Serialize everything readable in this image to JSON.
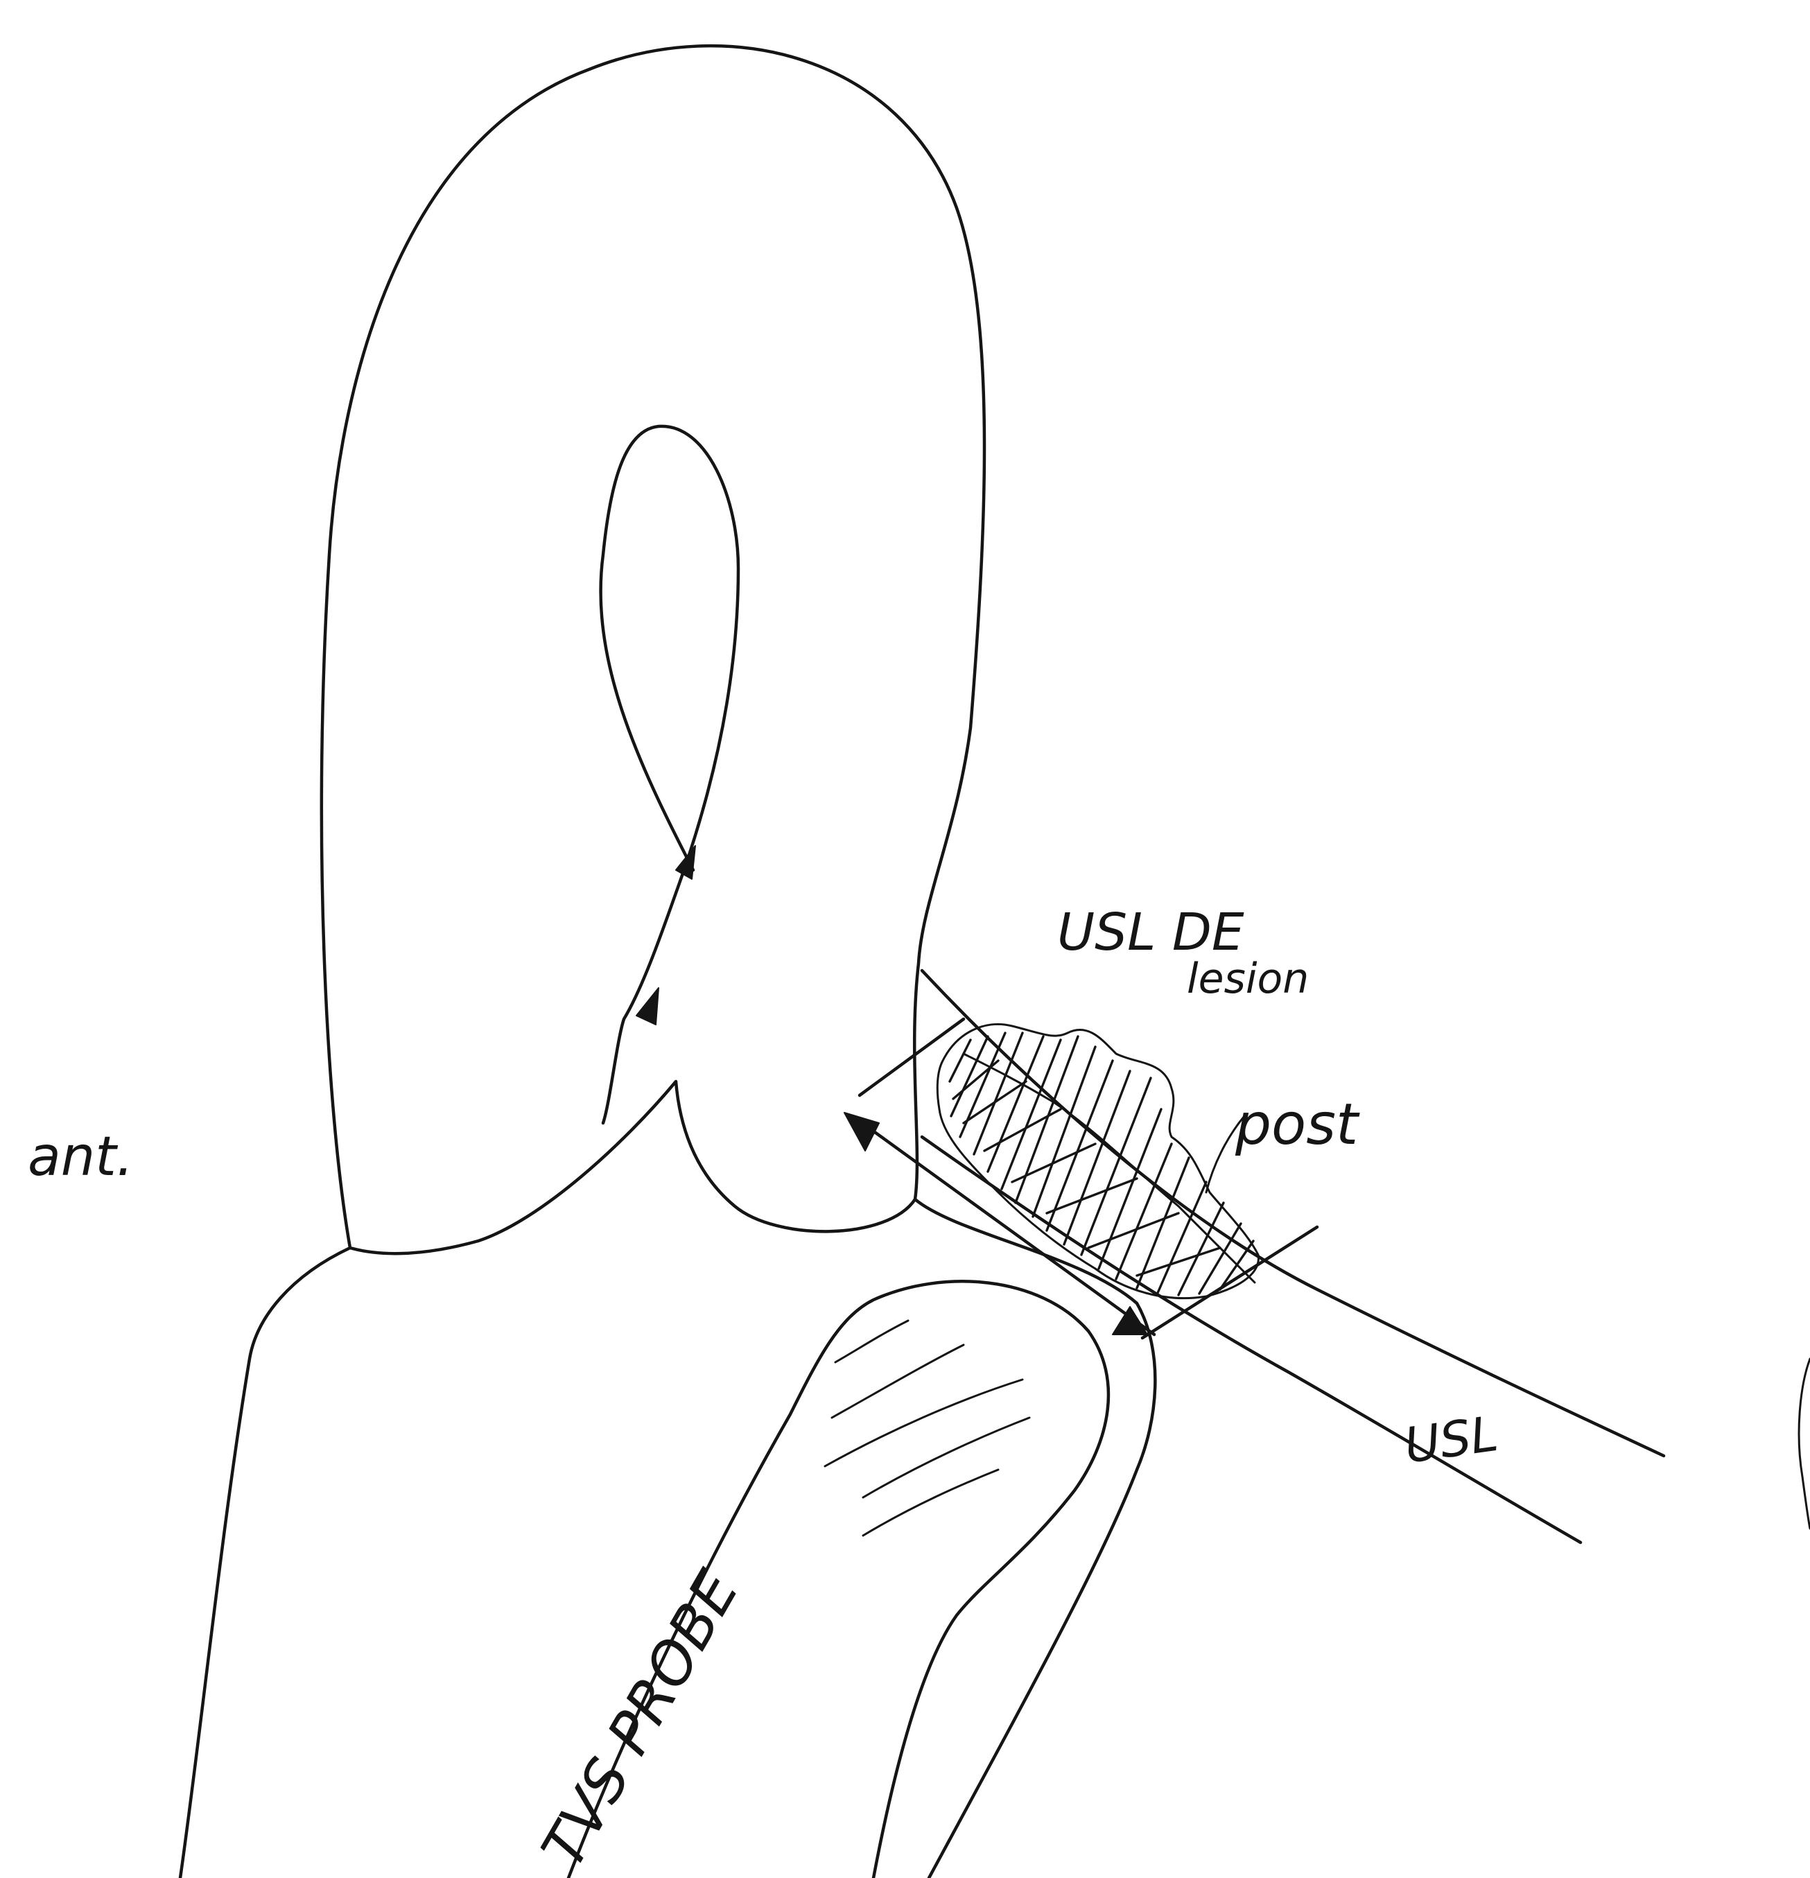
{
  "labels": {
    "anterior": "ant.",
    "lesion_line1": "USL DE",
    "lesion_line2": "lesion",
    "posterior": "post",
    "ligament": "USL",
    "probe": "TVS PROBE"
  }
}
